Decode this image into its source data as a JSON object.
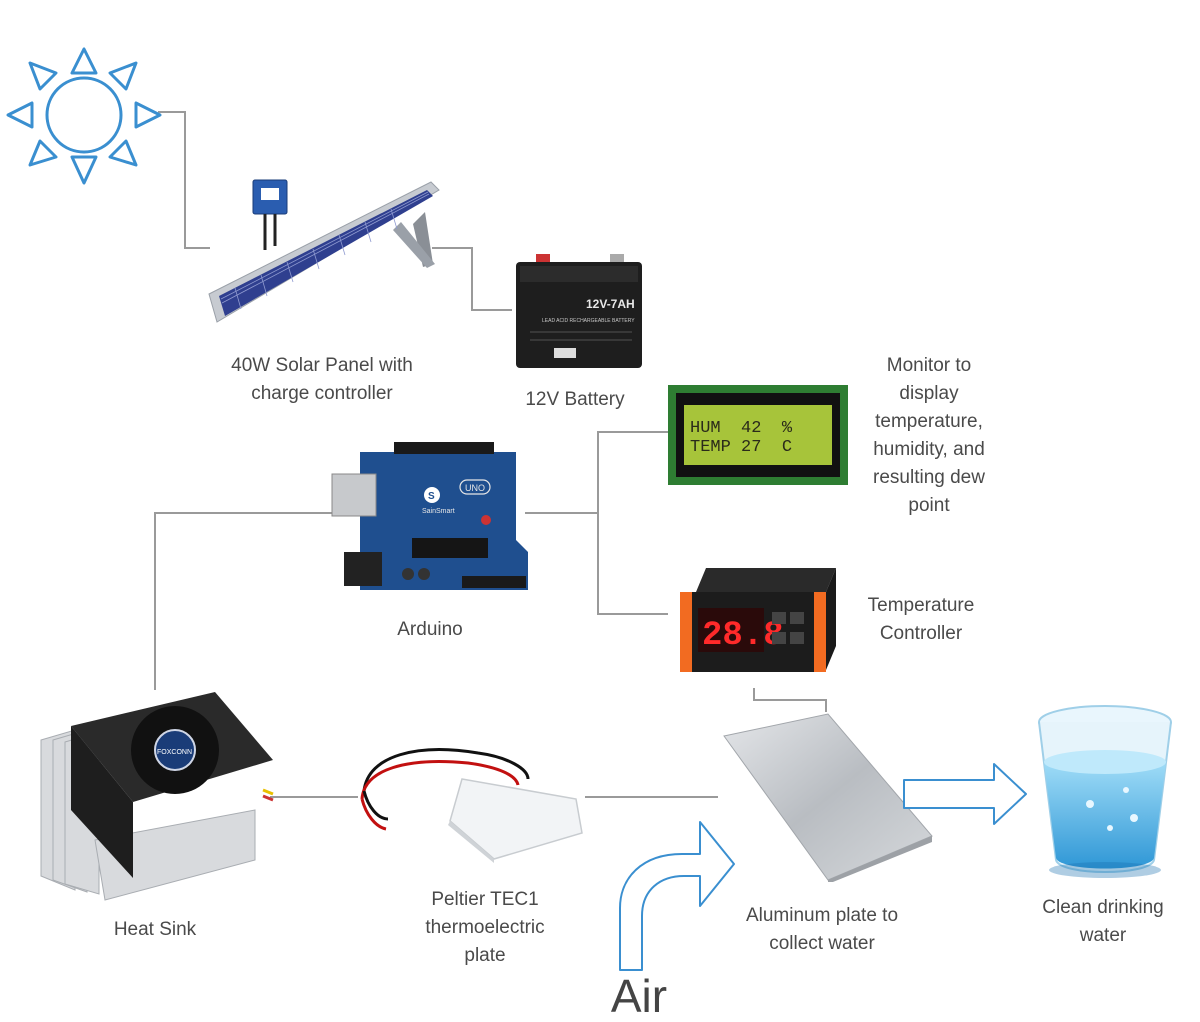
{
  "labels": {
    "solar_panel": "40W Solar Panel with\ncharge controller",
    "battery": "12V Battery",
    "monitor": "Monitor to\ndisplay\ntemperature,\nhumidity, and\nresulting dew\npoint",
    "arduino": "Arduino",
    "temp_controller": "Temperature\nController",
    "heat_sink": "Heat Sink",
    "peltier": "Peltier TEC1\nthermoelectric\nplate",
    "aluminum_plate": "Aluminum plate to\ncollect water",
    "clean_water": "Clean drinking\nwater",
    "air": "Air"
  },
  "device_text": {
    "battery_rating": "12V-7AH",
    "battery_type": "LEAD ACID RECHARGEABLE BATTERY",
    "lcd_line1": "HUM  42  %",
    "lcd_line2": "TEMP 27  C",
    "controller_display": "28.8",
    "arduino_model": "UNO",
    "arduino_brand": "SainSmart",
    "fan_brand": "FOXCONN"
  },
  "colors": {
    "sun": "#3a8fd0",
    "connector": "#9a9a9a",
    "arrow": "#3a8fd0",
    "text": "#4a4a4a",
    "pcb": "#1f4f8f",
    "lcd": "#a7c43a",
    "led_digits": "#ff2a2a"
  },
  "icons": {
    "sun": "sun-icon",
    "arrow_right": "arrow-right-icon",
    "air_arrow": "curved-arrow-icon"
  }
}
